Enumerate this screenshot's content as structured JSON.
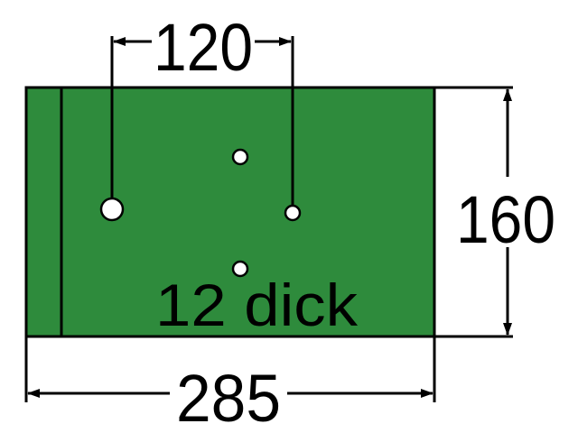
{
  "drawing": {
    "plate_color": "#2e8b3c",
    "outline_color": "#000000",
    "hole_color": "#ffffff",
    "thickness_label": "12 dick",
    "dimensions": {
      "hole_spacing": "120",
      "width": "285",
      "height": "160"
    }
  }
}
